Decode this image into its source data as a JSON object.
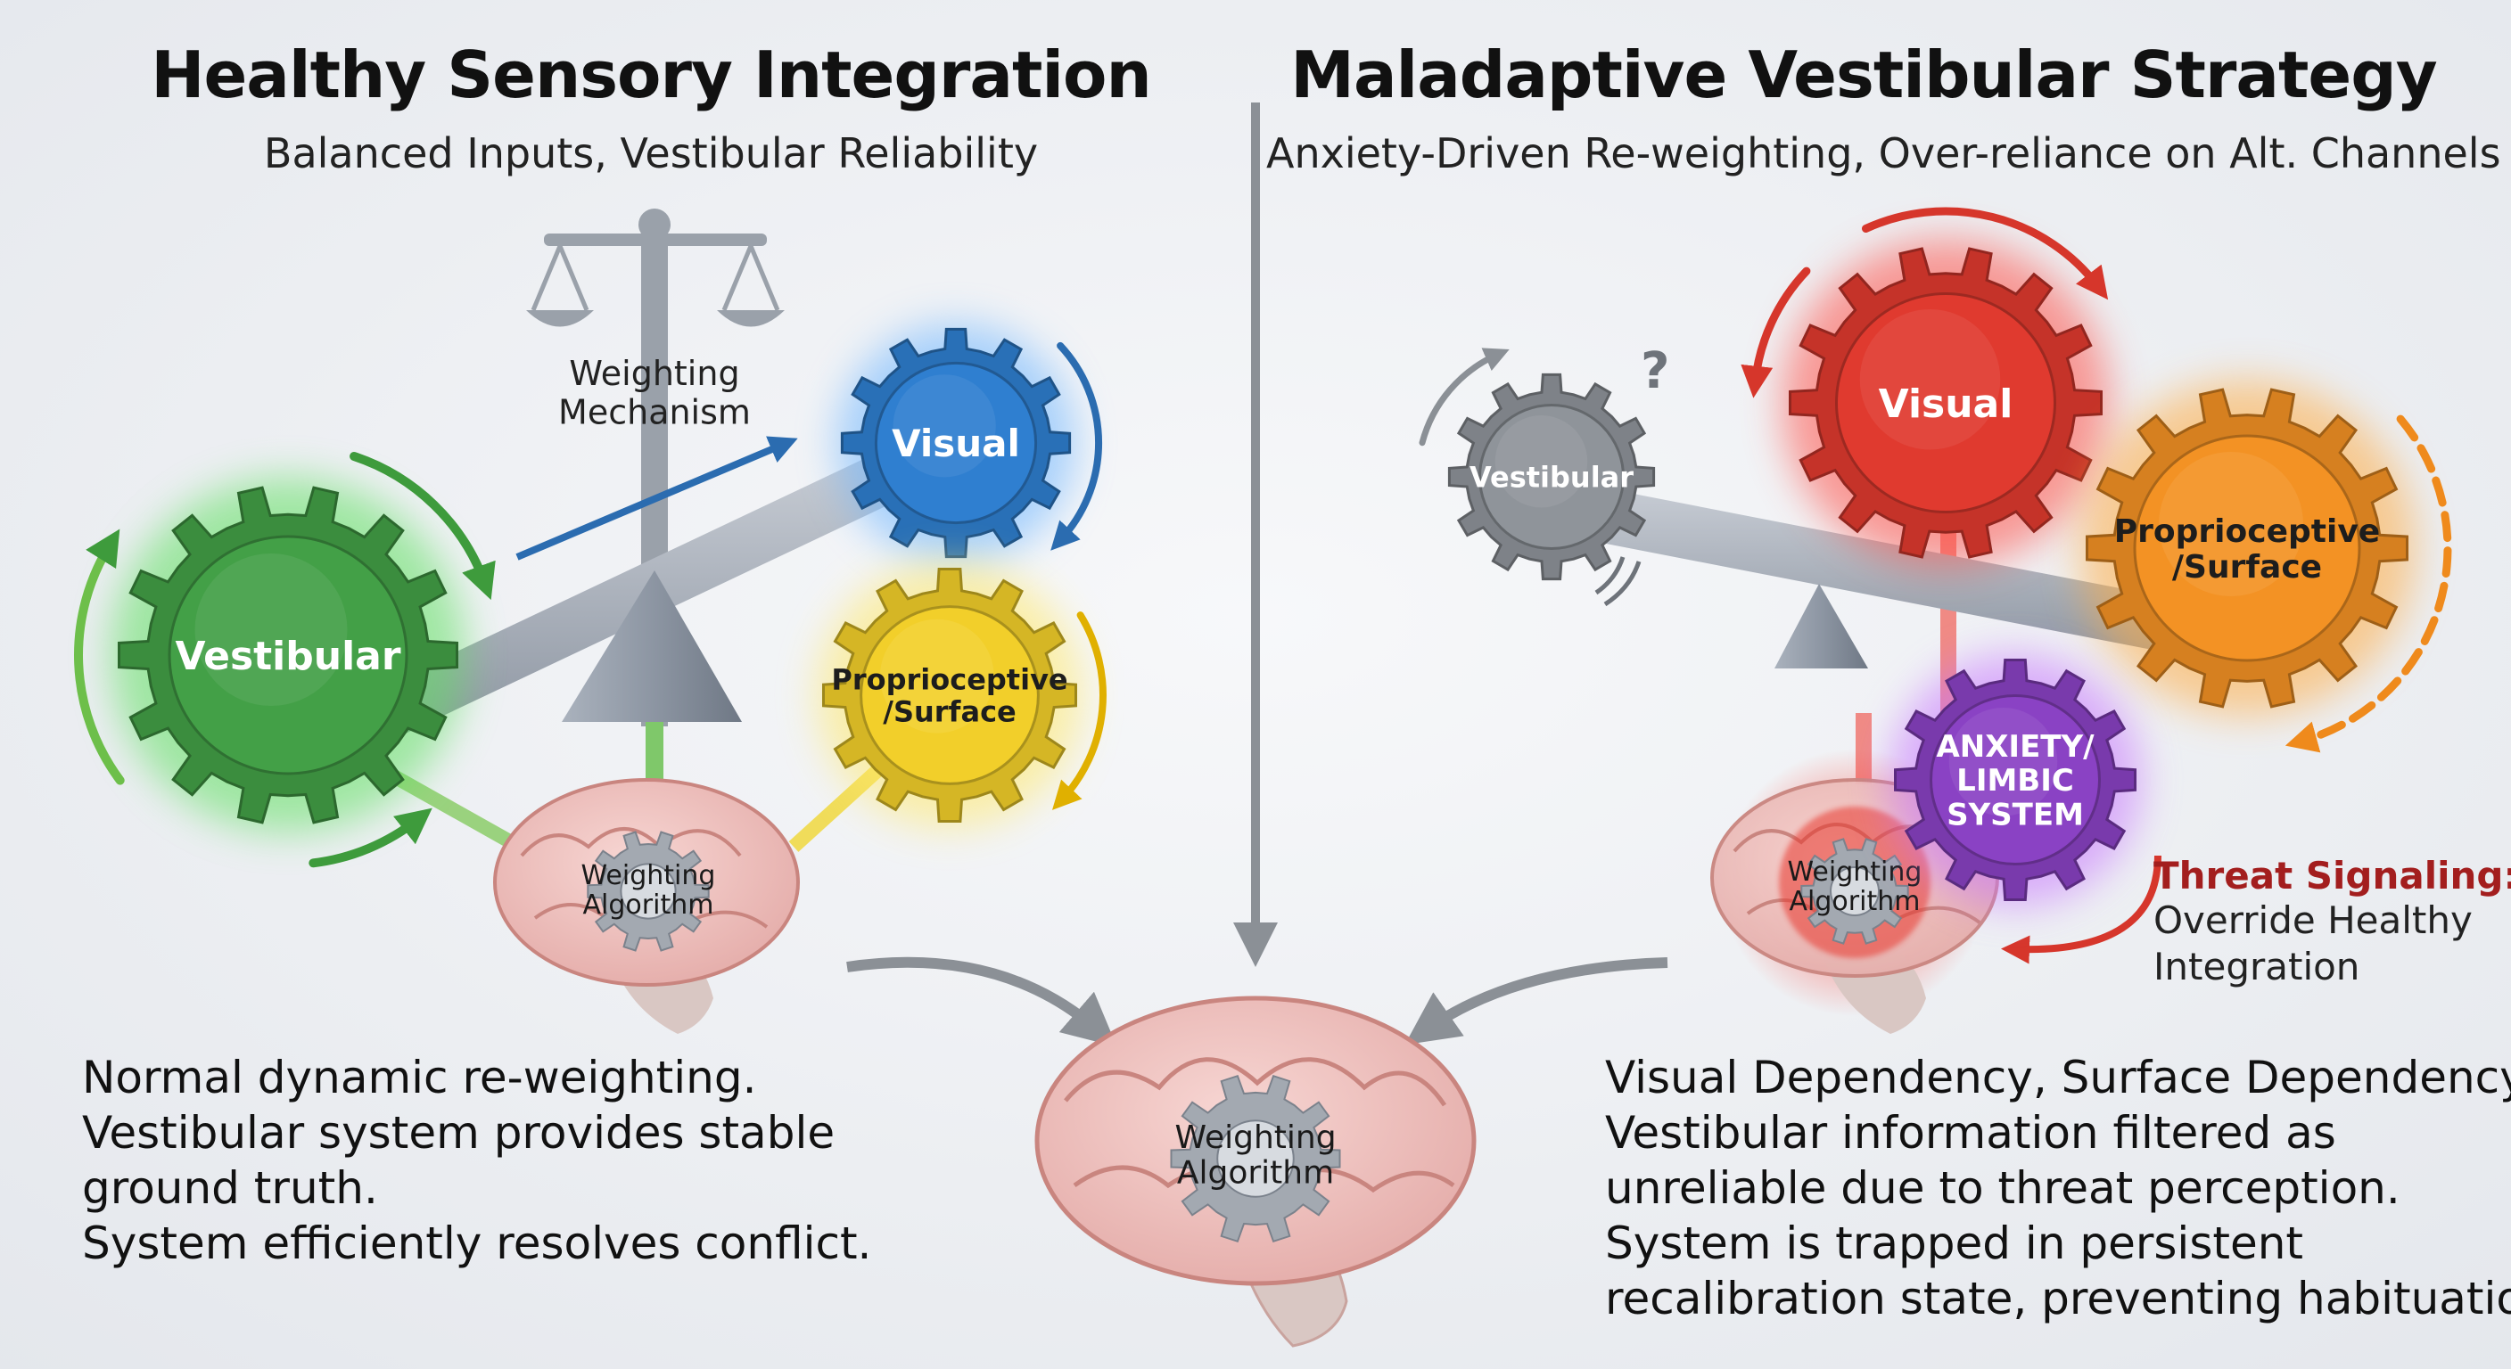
{
  "left": {
    "title": "Healthy Sensory Integration",
    "subtitle": "Balanced Inputs, Vestibular Reliability",
    "scale_label_lines": [
      "Weighting",
      "Mechanism"
    ],
    "gears": {
      "vestibular": "Vestibular",
      "visual": "Visual",
      "proprio_lines": [
        "Proprioceptive",
        "/Surface"
      ]
    },
    "brain_label_lines": [
      "Weighting",
      "Algorithm"
    ],
    "description": [
      "Normal dynamic re-weighting.",
      "Vestibular system provides stable",
      "ground truth.",
      "System efficiently resolves conflict."
    ]
  },
  "right": {
    "title": "Maladaptive Vestibular Strategy",
    "subtitle": "Anxiety-Driven Re-weighting, Over-reliance on Alt. Channels",
    "gears": {
      "vestibular": "Vestibular",
      "visual": "Visual",
      "proprio_lines": [
        "Proprioceptive",
        "/Surface"
      ],
      "anxiety_lines": [
        "ANXIETY/",
        "LIMBIC",
        "SYSTEM"
      ]
    },
    "question_mark": "?",
    "brain_label_lines": [
      "Weighting",
      "Algorithm"
    ],
    "threat": {
      "title": "Threat Signaling:",
      "lines": [
        "Override Healthy",
        "Integration"
      ]
    },
    "description": [
      "Visual Dependency, Surface Dependency.",
      "Vestibular information filtered as",
      "unreliable due to threat perception.",
      "System is trapped in persistent",
      "recalibration state, preventing habituation."
    ]
  },
  "center": {
    "brain_label_lines": [
      "Weighting",
      "Algorithm"
    ]
  },
  "colors": {
    "vestibular_green": "#43a047",
    "visual_blue": "#2f7fd0",
    "proprio_yellow": "#f2cf2a",
    "visual_red": "#e03a2f",
    "proprio_orange": "#f39224",
    "vestibular_gray": "#8f949a",
    "anxiety_purple": "#8a42c4",
    "threat_red": "#a31e1e"
  }
}
